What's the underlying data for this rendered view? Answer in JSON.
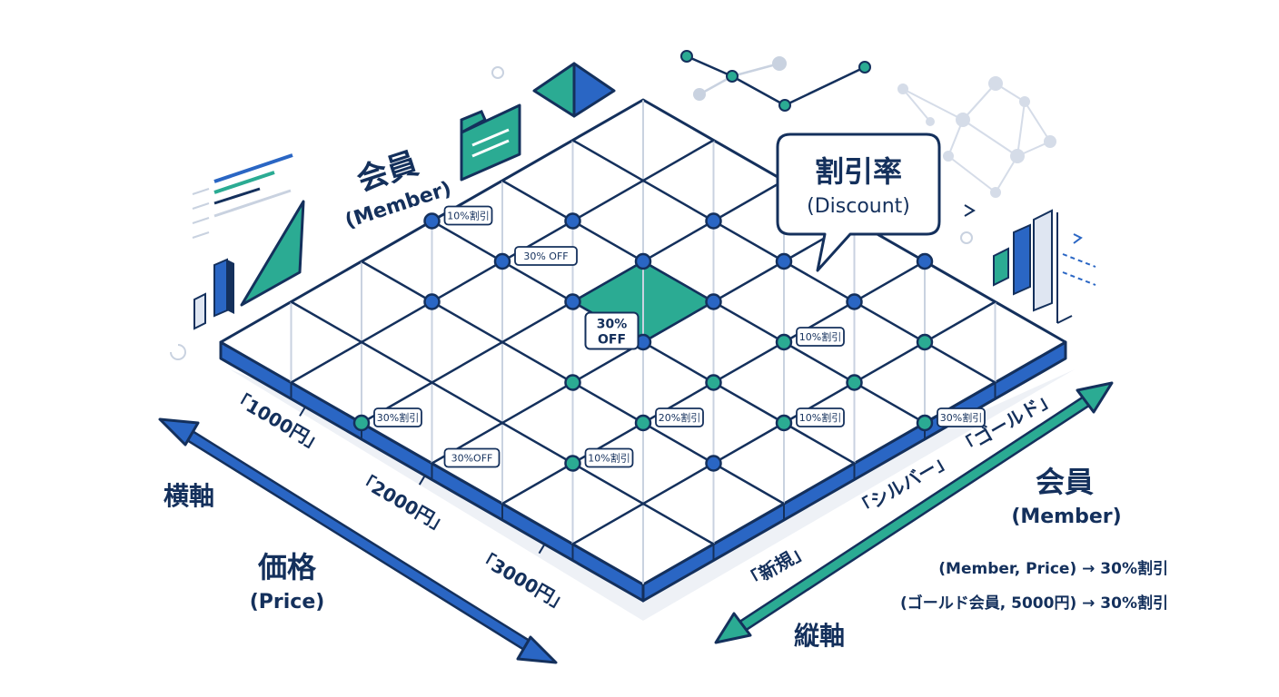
{
  "colors": {
    "navy": "#14305c",
    "blue": "#2a66c4",
    "teal": "#2bab93",
    "grid": "#c9d2e0",
    "light": "#dfe6f2"
  },
  "member_axis_top": {
    "title": "会員",
    "sub": "(Member)"
  },
  "member_axis_right": {
    "title": "会員",
    "sub": "(Member)"
  },
  "price_axis": {
    "title": "価格",
    "sub": "(Price)"
  },
  "horizontal_axis_label": "横軸",
  "vertical_axis_label": "縦軸",
  "callout": {
    "title": "割引率",
    "sub": "(Discount)"
  },
  "price_ticks": [
    "「1000円」",
    "「2000円」",
    "「3000円」"
  ],
  "member_ticks": [
    "「新規」",
    "「シルバー」",
    "「ゴールド」"
  ],
  "tags": [
    {
      "text": "10%割引",
      "u": 3,
      "v": 0
    },
    {
      "text": "30% OFF",
      "u": 3,
      "v": 1
    },
    {
      "text": "10%割引",
      "u": 2,
      "v": 4
    },
    {
      "text": "30%割引",
      "u": 6,
      "v": 2
    },
    {
      "text": "20%割引",
      "u": 4,
      "v": 4
    },
    {
      "text": "30%OFF",
      "u": 6,
      "v": 3
    },
    {
      "text": "10%割引",
      "u": 3,
      "v": 5
    },
    {
      "text": "10%割引",
      "u": 5,
      "v": 4
    },
    {
      "text": "30%割引",
      "u": 2,
      "v": 6
    }
  ],
  "highlight_tag": {
    "line1": "30%",
    "line2": "OFF"
  },
  "formulas": [
    "(Member, Price) → 30%割引",
    "(ゴールド会員, 5000円) → 30%割引"
  ]
}
